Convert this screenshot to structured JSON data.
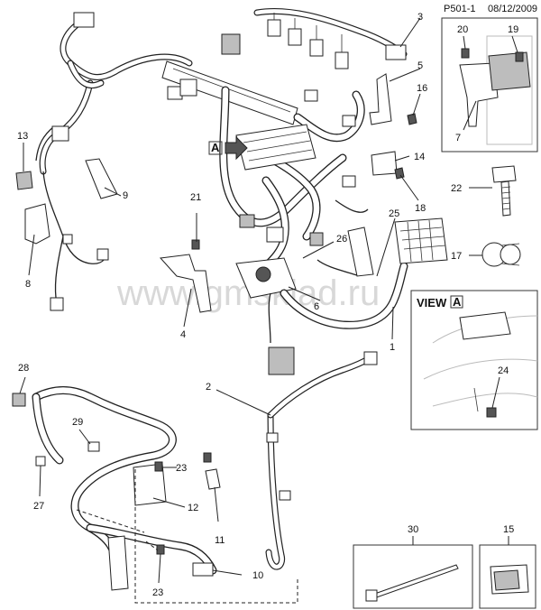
{
  "header": {
    "code": "P501-1",
    "date": "08/12/2009"
  },
  "watermark": "www.gmsklad.ru",
  "view": {
    "label": "VIEW",
    "marker": "A"
  },
  "arrow_marker": "A",
  "callouts": {
    "c1": "1",
    "c2": "2",
    "c3": "3",
    "c4": "4",
    "c5": "5",
    "c6": "6",
    "c7": "7",
    "c8": "8",
    "c9": "9",
    "c10": "10",
    "c11": "11",
    "c12": "12",
    "c13": "13",
    "c14": "14",
    "c15": "15",
    "c16": "16",
    "c17": "17",
    "c18": "18",
    "c19": "19",
    "c20": "20",
    "c21": "21",
    "c22": "22",
    "c23a": "23",
    "c23b": "23",
    "c24": "24",
    "c25": "25",
    "c26": "26",
    "c27": "27",
    "c28": "28",
    "c29": "29",
    "c30": "30"
  }
}
